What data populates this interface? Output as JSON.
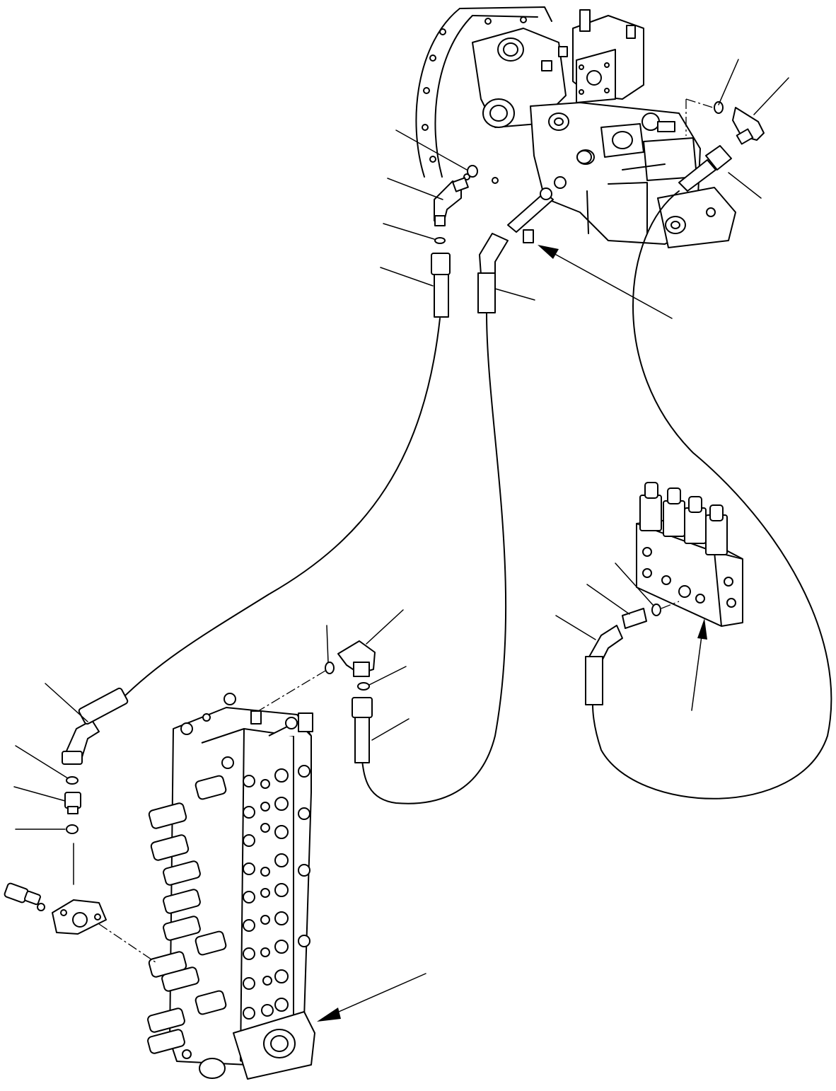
{
  "figure": {
    "kind": "exploded-parts-diagram",
    "labels": [],
    "callouts": [
      "pump-oring-right",
      "pump-elbow-right",
      "pump-hose-right",
      "pump-oring-left",
      "pump-elbow-left",
      "pump-washer-left",
      "pump-hose-left",
      "tee-hose",
      "tee-fitting-arrow",
      "elbow-center",
      "oring-center",
      "hose-center",
      "oring-center-small",
      "solenoid-hose",
      "solenoid-nipple",
      "solenoid-oring",
      "solenoid-block-arrow",
      "cv-hose",
      "cv-oring-top",
      "cv-nipple",
      "cv-oring-bottom",
      "cv-flange-leader",
      "control-valve-arrow"
    ],
    "components": [
      "hydraulic-pump",
      "control-valve",
      "solenoid-valve-block",
      "hose-lines",
      "fittings"
    ]
  }
}
